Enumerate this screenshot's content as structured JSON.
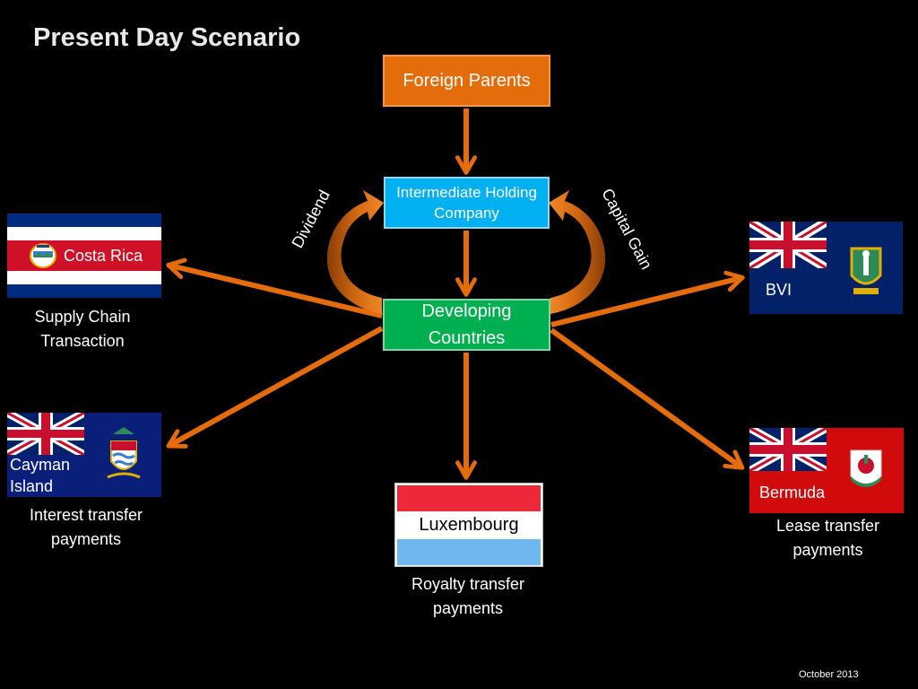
{
  "slide": {
    "title": "Present Day Scenario",
    "footer": "October 2013"
  },
  "nodes": {
    "foreign_parents": "Foreign Parents",
    "intermediate_holding": "Intermediate Holding Company",
    "developing_countries": "Developing Countries"
  },
  "loop_labels": {
    "dividend": "Dividend",
    "capital_gain": "Capital Gain"
  },
  "flags": {
    "costa_rica": {
      "label": "Costa Rica",
      "caption": "Supply Chain Transaction"
    },
    "cayman": {
      "label": "Cayman Island",
      "caption": "Interest transfer payments"
    },
    "luxembourg": {
      "label": "Luxembourg",
      "caption": "Royalty transfer payments"
    },
    "bvi": {
      "label": "BVI"
    },
    "bermuda": {
      "label": "Bermuda",
      "caption": "Lease transfer payments"
    }
  },
  "colors": {
    "arrow": "#e46c0a",
    "foreign_parents": "#e46c0a",
    "intermediate_holding": "#00b0f0",
    "developing_countries": "#00b050"
  }
}
